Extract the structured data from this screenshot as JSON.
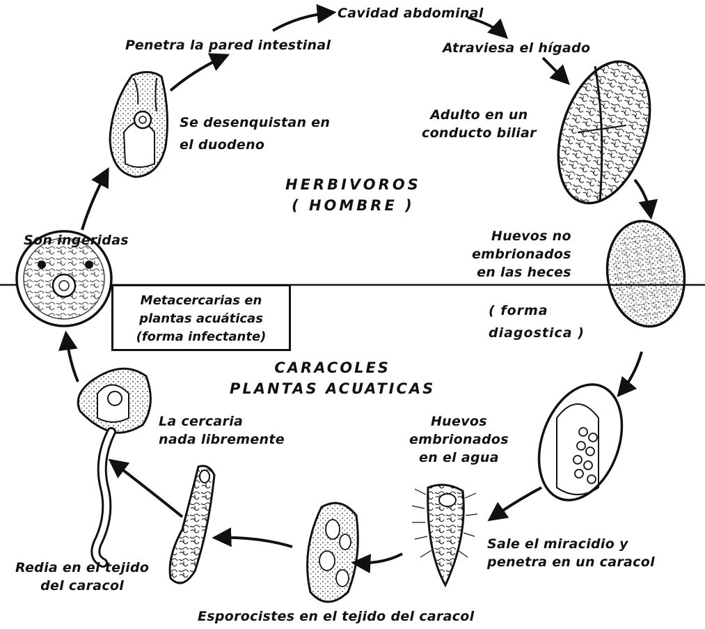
{
  "stages": {
    "cavidad": "Cavidad abdominal",
    "penetra": "Penetra la pared intestinal",
    "atraviesa": "Atraviesa el hígado",
    "desenquistan": "Se desenquistan en\nel duodeno",
    "adulto": "Adulto en un\nconducto biliar",
    "ingeridas": "Son ingeridas",
    "huevos_no": "Huevos no\nembrionados\nen las heces",
    "forma_diag": "( forma\ndiagostica )",
    "metacercarias": "Metacercarias en\nplantas acuáticas\n(forma infectante)",
    "cercaria": "La cercaria\nnada libremente",
    "huevos_emb": "Huevos\nembrionados\nen el agua",
    "miracidio": "Sale el miracidio y\npenetra en un caracol",
    "redia": "Redia en el tejido\ndel caracol",
    "esporocistes": "Esporocistes en el tejido del caracol"
  },
  "hosts": {
    "top": "HERBIVOROS\n( HOMBRE )",
    "bottom": "CARACOLES\nPLANTAS ACUATICAS"
  }
}
